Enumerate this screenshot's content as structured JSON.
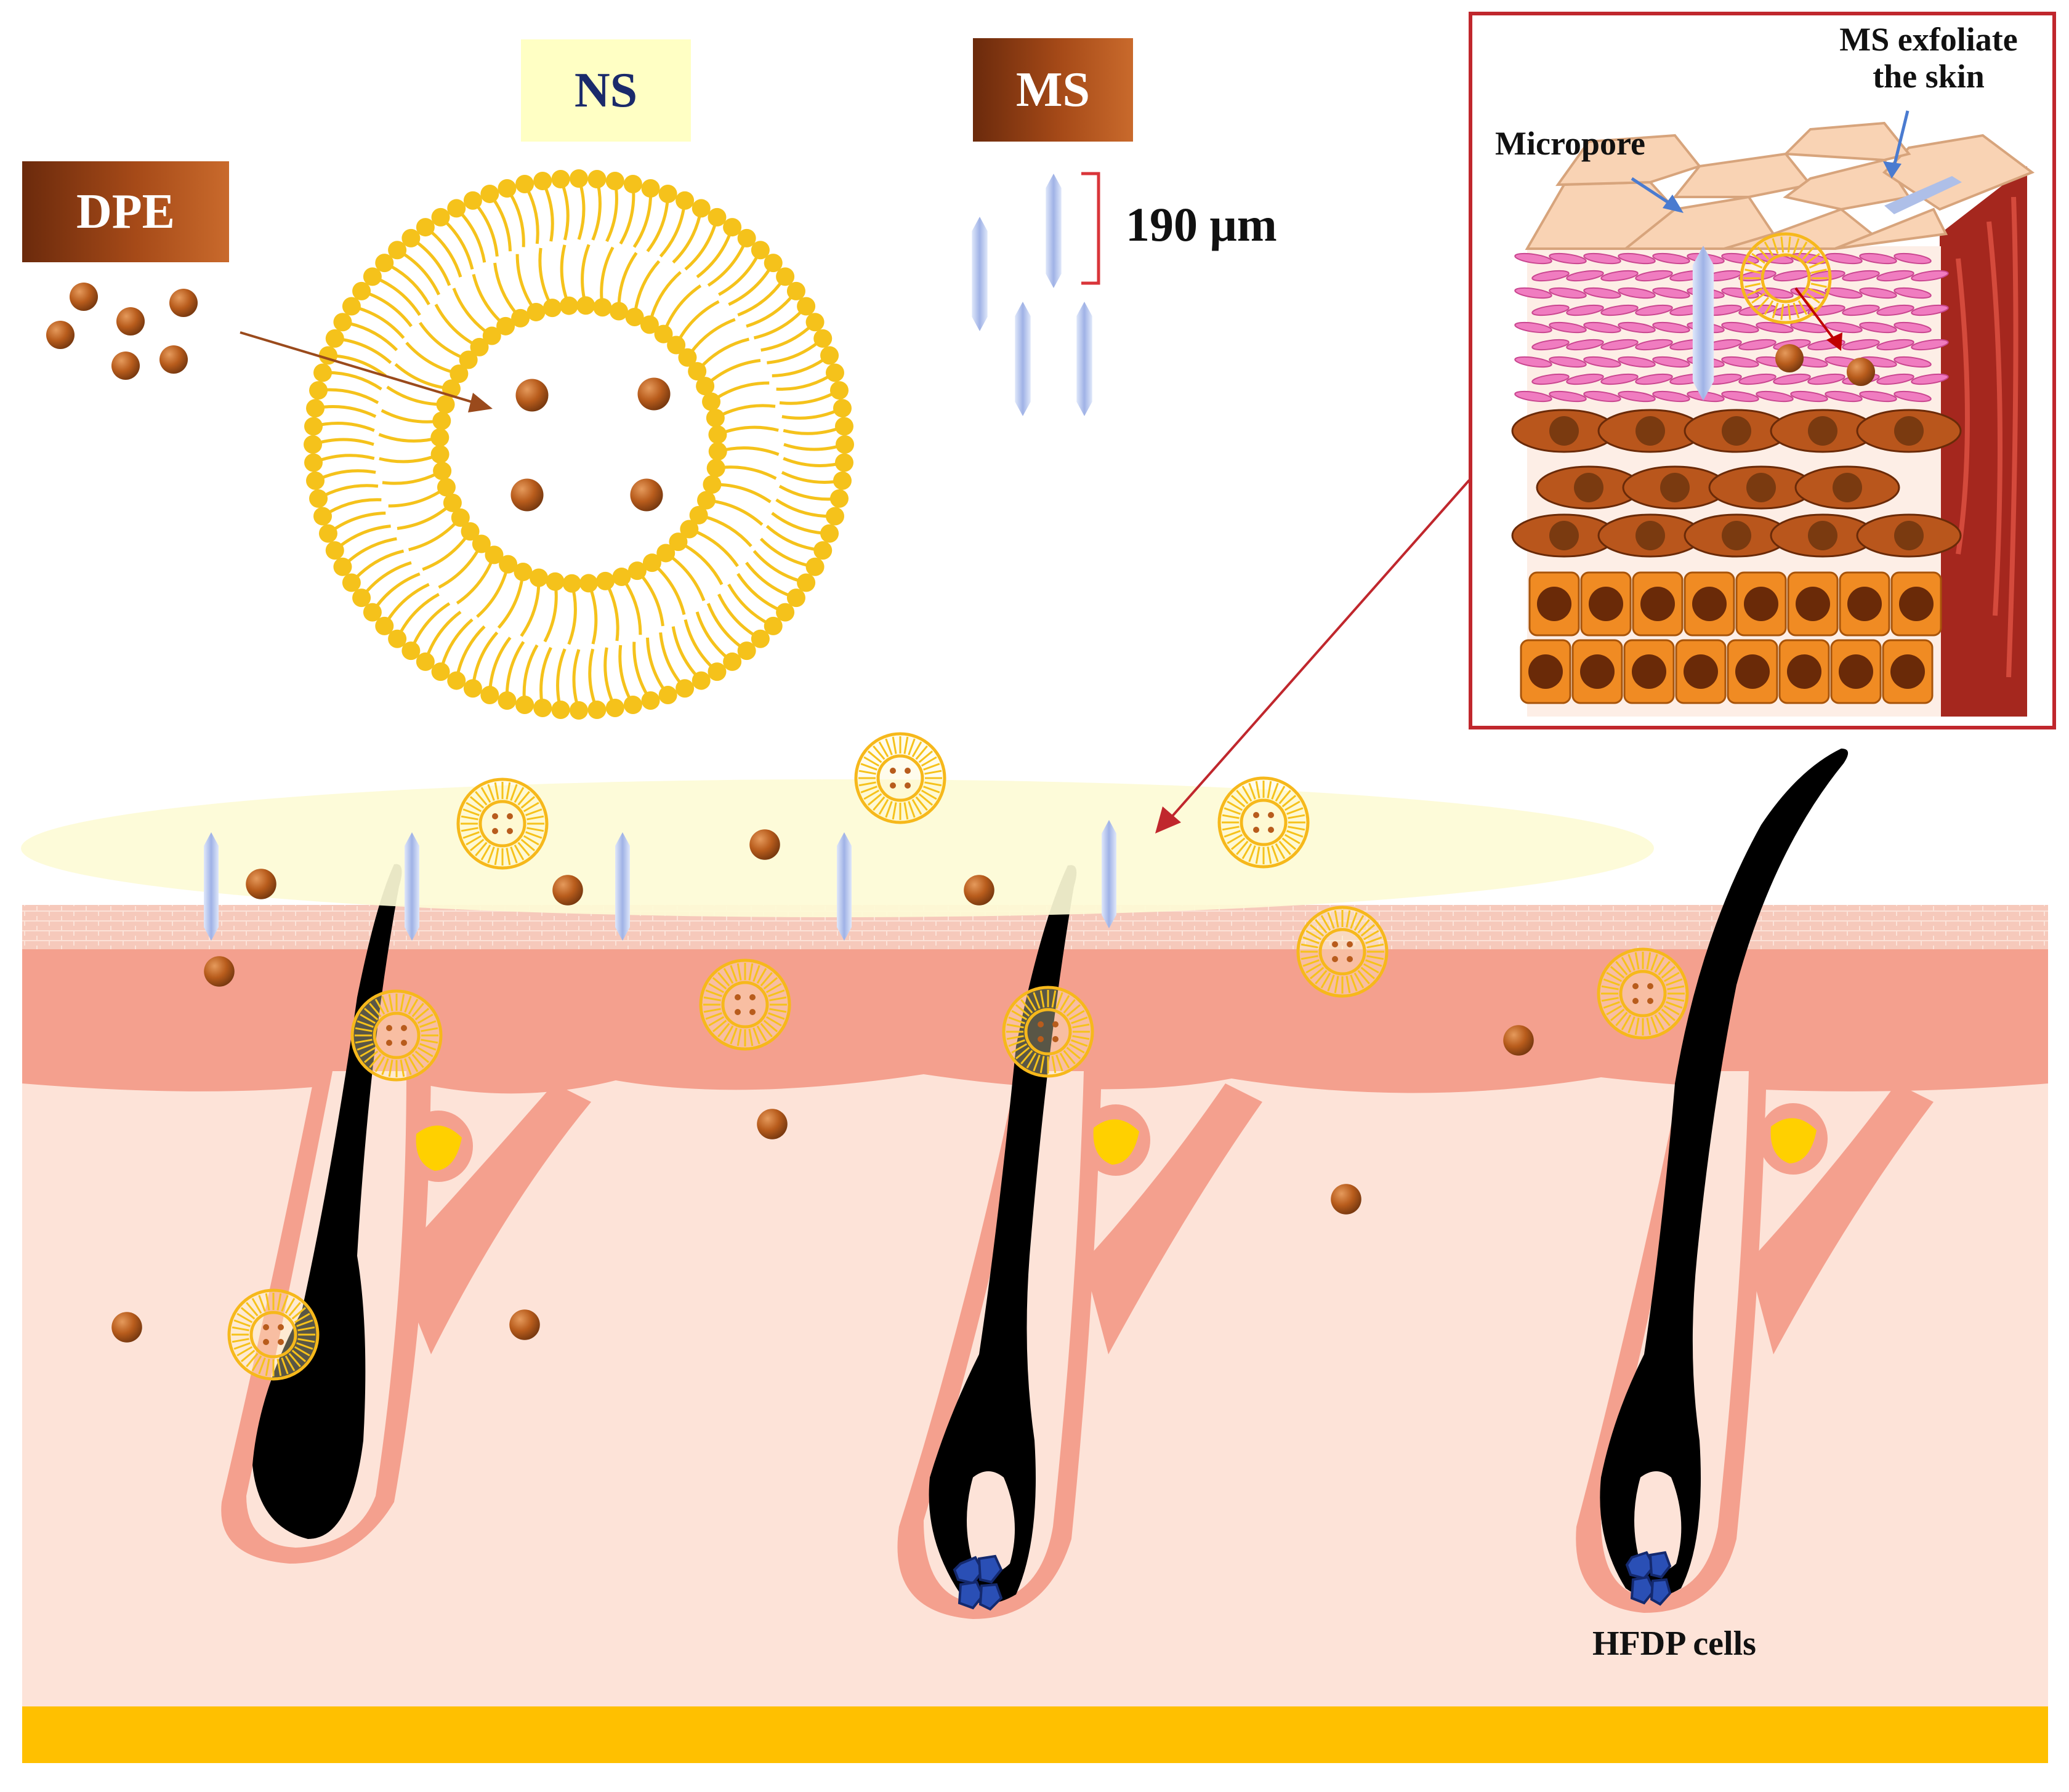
{
  "labels": {
    "dpe": "DPE",
    "ns": "NS",
    "ms": "MS",
    "scale": "190 μm",
    "micropore": "Micropore",
    "exfoliate_line1": "MS exfoliate",
    "exfoliate_line2": "the skin",
    "hfdp": "HFDP cells"
  },
  "colors": {
    "dpe_particle": "#b85c1c",
    "ns_lipid": "#f5c21b",
    "ms_needle": "#aebfe8",
    "epidermis": "#f4a08e",
    "dermis": "#fde3d8",
    "hair": "#000000",
    "papilla_cells": "#2a4fb5",
    "sebaceous_gland": "#ffd000",
    "basement": "#ffc000",
    "inset_border": "#c0272d",
    "arrow_red": "#c00000",
    "arrow_blue": "#4a7bd0"
  }
}
